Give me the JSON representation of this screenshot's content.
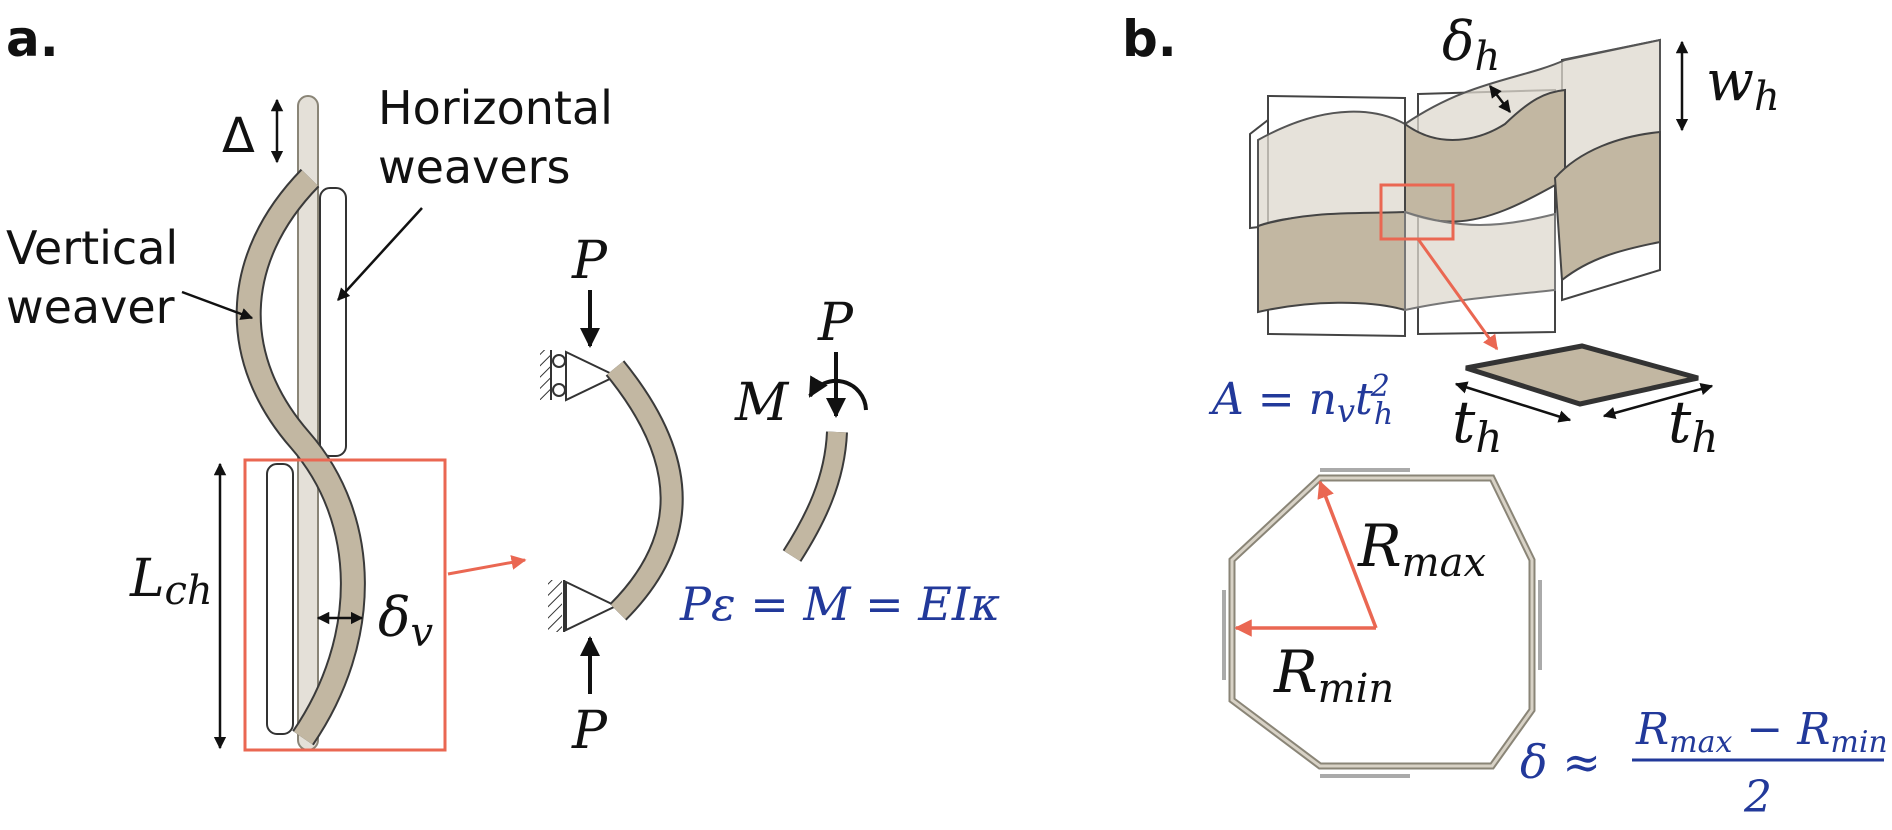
{
  "panel_a": {
    "label": "a.",
    "delta_label": "Δ",
    "horizontal_label_1": "Horizontal",
    "horizontal_label_2": "weavers",
    "vertical_label_1": "Vertical",
    "vertical_label_2": "weaver",
    "lch_main": "L",
    "lch_sub": "ch",
    "deltav_main": "δ",
    "deltav_sub": "v",
    "p_top": "P",
    "p_bottom": "P",
    "p_moment": "P",
    "m_label": "M",
    "equation": "Pε = M = EIκ"
  },
  "panel_b": {
    "label": "b.",
    "deltah_main": "δ",
    "deltah_sub": "h",
    "wh_main": "w",
    "wh_sub": "h",
    "area_main": "A = n",
    "area_sub1": "v",
    "area_t": "t",
    "area_sub2": "h",
    "area_sup": "2",
    "th_main": "t",
    "th_sub": "h",
    "rmax_main": "R",
    "rmax_sub": "max",
    "rmin_main": "R",
    "rmin_sub": "min",
    "delta_eq_lhs": "δ ≈",
    "frac_num_r1": "R",
    "frac_num_s1": "max",
    "frac_num_minus": " − R",
    "frac_num_s2": "min",
    "frac_den": "2"
  },
  "colors": {
    "highlight": "#ea6752",
    "equation_blue": "#22399a",
    "weaver_tan": "#c2b7a2"
  }
}
